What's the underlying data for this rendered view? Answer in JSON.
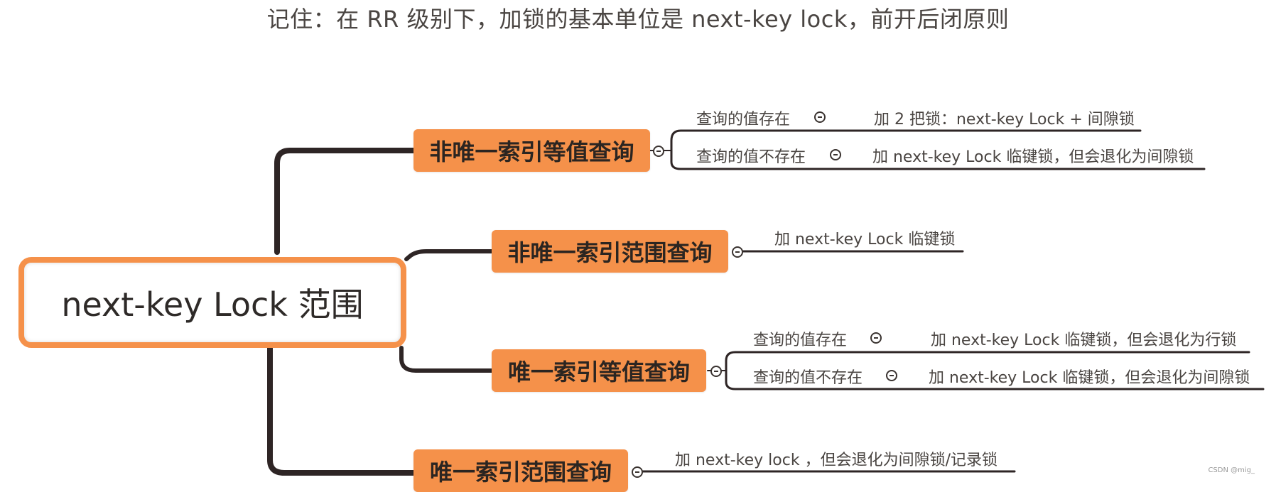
{
  "title": "记住：在 RR 级别下，加锁的基本单位是 next-key lock，前开后闭原则",
  "root": {
    "label": "next-key Lock 范围"
  },
  "branches": [
    {
      "label": "非唯一索引等值查询",
      "children": [
        {
          "condition": "查询的值存在",
          "result": "加 2 把锁：next-key Lock + 间隙锁"
        },
        {
          "condition": "查询的值不存在",
          "result": "加 next-key Lock 临键锁，但会退化为间隙锁"
        }
      ]
    },
    {
      "label": "非唯一索引范围查询",
      "result": "加 next-key Lock 临键锁"
    },
    {
      "label": "唯一索引等值查询",
      "children": [
        {
          "condition": "查询的值存在",
          "result": "加 next-key Lock 临键锁，但会退化为行锁"
        },
        {
          "condition": "查询的值不存在",
          "result": "加 next-key Lock 临键锁，但会退化为间隙锁"
        }
      ]
    },
    {
      "label": "唯一索引范围查询",
      "result": "加 next-key lock ，但会退化为间隙锁/记录锁"
    }
  ],
  "watermark": "CSDN @mig_",
  "colors": {
    "node": "#f5914a",
    "line": "#2e2525"
  }
}
